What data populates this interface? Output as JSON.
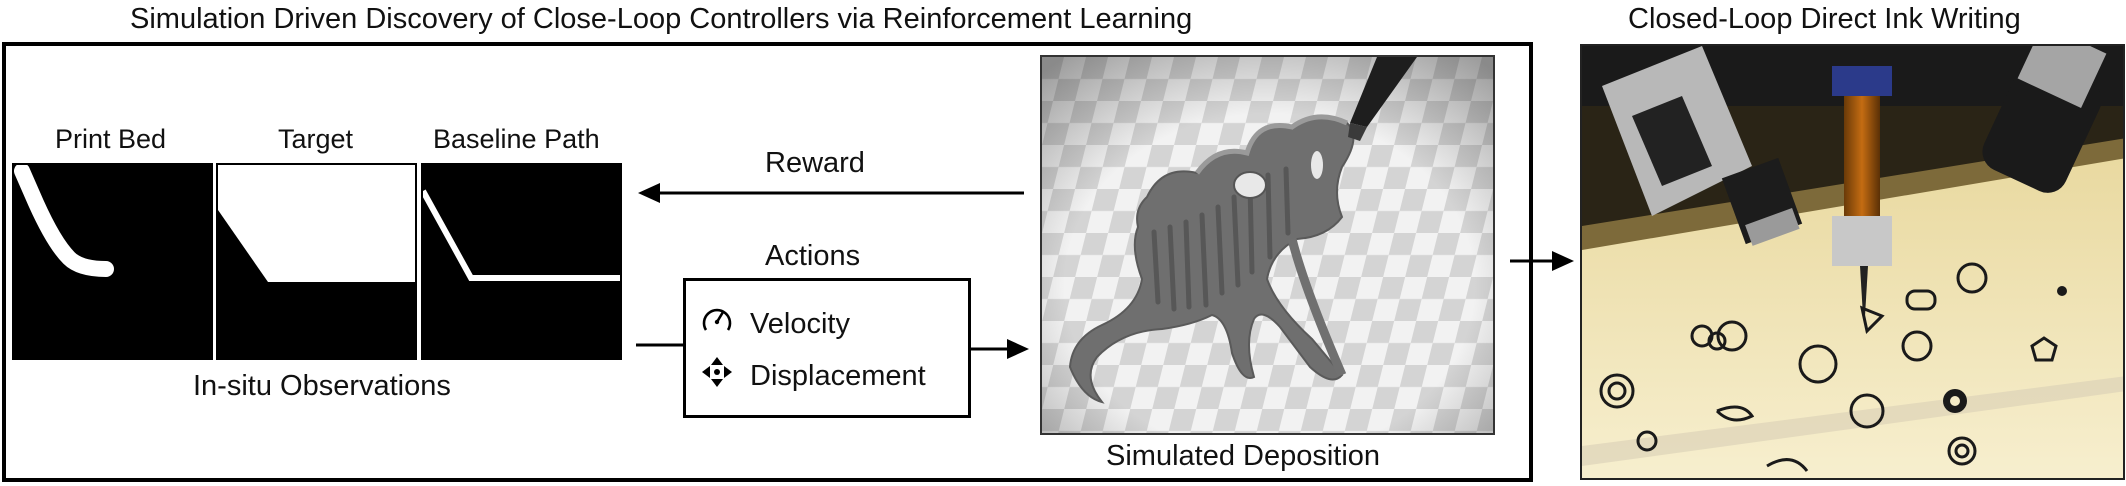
{
  "header": {
    "main_title": "Simulation Driven Discovery of Close-Loop Controllers via Reinforcement Learning",
    "right_title": "Closed-Loop Direct Ink Writing"
  },
  "observations": {
    "panels": [
      {
        "label": "Print Bed"
      },
      {
        "label": "Target"
      },
      {
        "label": "Baseline Path"
      }
    ],
    "caption": "In-situ Observations"
  },
  "flow": {
    "reward_label": "Reward",
    "actions_label": "Actions",
    "actions": [
      {
        "label": "Velocity",
        "icon": "speedometer-icon"
      },
      {
        "label": "Displacement",
        "icon": "move-arrows-icon"
      }
    ]
  },
  "simulation": {
    "caption": "Simulated Deposition"
  },
  "colors": {
    "frame": "#000000",
    "ink_gray": "#6f6f6f",
    "checker_light": "#f2f2f2",
    "checker_dark": "#d2d2d2",
    "photo_bed": "#f3e7b8"
  }
}
